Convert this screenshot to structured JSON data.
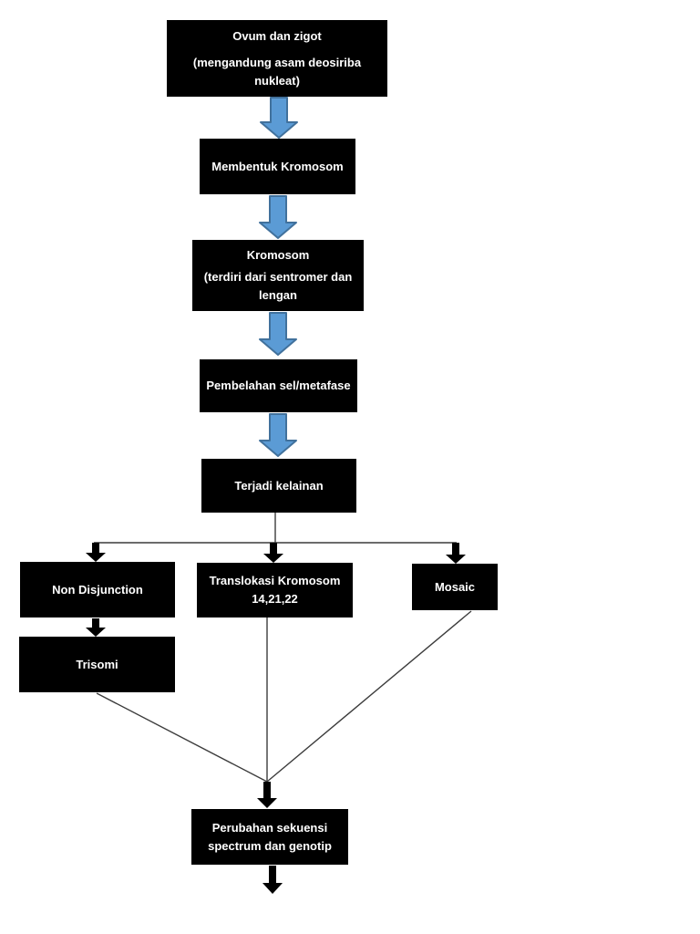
{
  "diagram": {
    "type": "flowchart",
    "background": "#ffffff",
    "colors": {
      "box_bg": "#000000",
      "box_text": "#ffffff",
      "arrow_blue_fill": "#5b9bd5",
      "arrow_blue_stroke": "#41719c",
      "arrow_black": "#000000",
      "connector": "#3c3c3c"
    },
    "nodes": {
      "ovum": {
        "line1": "Ovum dan zigot",
        "line2": "(mengandung asam deosiriba nukleat)"
      },
      "membentuk": {
        "line1": "Membentuk Kromosom"
      },
      "kromosom": {
        "line1": "Kromosom",
        "line2": "(terdiri dari sentromer dan",
        "line3": "lengan"
      },
      "pembelahan": {
        "line1": "Pembelahan sel/metafase"
      },
      "terjadi": {
        "line1": "Terjadi kelainan"
      },
      "nondisjunction": {
        "line1": "Non Disjunction"
      },
      "translokasi": {
        "line1": "Translokasi Kromosom",
        "line2": "14,21,22"
      },
      "mosaic": {
        "line1": "Mosaic"
      },
      "trisomi": {
        "line1": "Trisomi"
      },
      "perubahan": {
        "line1": "Perubahan sekuensi",
        "line2": "spectrum dan genotip"
      }
    },
    "edges": [
      {
        "from": "ovum",
        "to": "membentuk",
        "style": "blue-block-arrow"
      },
      {
        "from": "membentuk",
        "to": "kromosom",
        "style": "blue-block-arrow"
      },
      {
        "from": "kromosom",
        "to": "pembelahan",
        "style": "blue-block-arrow"
      },
      {
        "from": "pembelahan",
        "to": "terjadi",
        "style": "blue-block-arrow"
      },
      {
        "from": "terjadi",
        "to": "nondisjunction",
        "style": "thin-line-black-arrow"
      },
      {
        "from": "terjadi",
        "to": "translokasi",
        "style": "thin-line-black-arrow"
      },
      {
        "from": "terjadi",
        "to": "mosaic",
        "style": "thin-line-black-arrow"
      },
      {
        "from": "nondisjunction",
        "to": "trisomi",
        "style": "black-block-arrow"
      },
      {
        "from": "trisomi",
        "to": "perubahan",
        "style": "thin-line"
      },
      {
        "from": "translokasi",
        "to": "perubahan",
        "style": "thin-line"
      },
      {
        "from": "mosaic",
        "to": "perubahan",
        "style": "thin-line"
      },
      {
        "from": "perubahan",
        "to": "",
        "style": "black-block-arrow-out"
      }
    ]
  }
}
